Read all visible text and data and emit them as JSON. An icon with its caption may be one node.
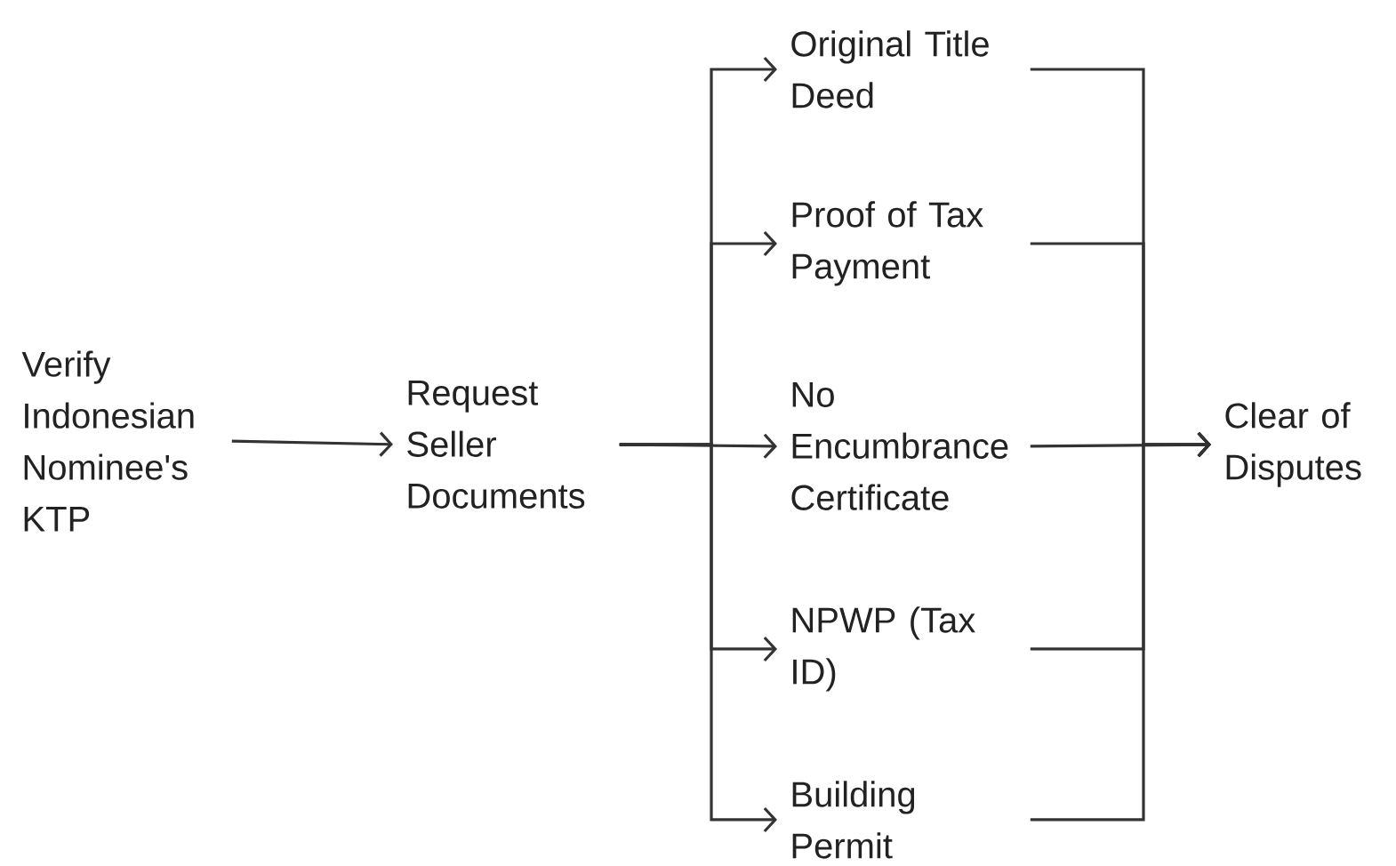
{
  "diagram": {
    "nodes": [
      {
        "text": [
          "Verify Indonesian Nominee's KTP"
        ]
      },
      {
        "text": [
          "Request Seller Documents"
        ]
      },
      {
        "text": [
          "Original Title Deed"
        ]
      },
      {
        "text": [
          "Proof of Tax Payment"
        ]
      },
      {
        "text": [
          "No Encumbrance Certificate"
        ]
      },
      {
        "text": [
          "NPWP (Tax ID)"
        ]
      },
      {
        "text": [
          "Building Permit"
        ]
      },
      {
        "text": [
          "Clear of Disputes"
        ]
      }
    ],
    "edges": [
      {
        "from": 0,
        "to": 1,
        "arrow": "to"
      },
      {
        "from": 1,
        "to": 2,
        "arrow": "to"
      },
      {
        "from": 1,
        "to": 3,
        "arrow": "to"
      },
      {
        "from": 1,
        "to": 4,
        "arrow": "to"
      },
      {
        "from": 1,
        "to": 5,
        "arrow": "to"
      },
      {
        "from": 1,
        "to": 6,
        "arrow": "to"
      },
      {
        "from": 2,
        "to": 7,
        "arrow": "to"
      },
      {
        "from": 3,
        "to": 7,
        "arrow": "to"
      },
      {
        "from": 4,
        "to": 7,
        "arrow": "to"
      },
      {
        "from": 5,
        "to": 7,
        "arrow": "to"
      },
      {
        "from": 6,
        "to": 7,
        "arrow": "to"
      }
    ]
  }
}
